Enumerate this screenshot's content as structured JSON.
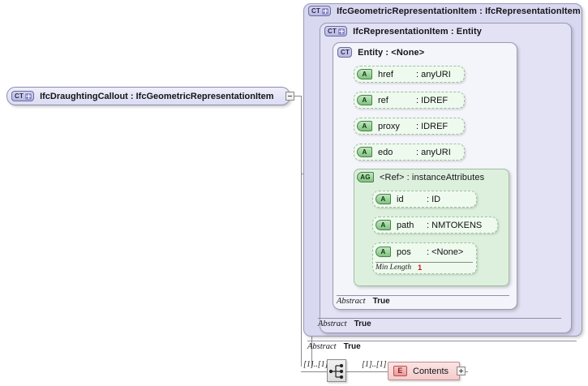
{
  "diagram": {
    "type": "xsd-schema-diagram",
    "title": "IfcDraughtingCallout",
    "colors": {
      "panel_level1": "#d8d8f0",
      "panel_level2": "#e2e2f4",
      "panel_level3": "#f4f4fb",
      "attribute_group_panel": "#ddf0dd",
      "attribute_box": "#eefaee",
      "element_box": "#f4cccc",
      "root_box": "#dcdcf3",
      "facet_value": "#d01010",
      "connector_line": "#8a8a8a"
    }
  },
  "root": {
    "icon": "complextype-expandable-icon",
    "icon_label": "CT",
    "name": "IfcDraughtingCallout",
    "separator": ":",
    "base": "IfcGeometricRepresentationItem",
    "full_label": "IfcDraughtingCallout : IfcGeometricRepresentationItem",
    "expander": "collapse-box"
  },
  "panels": [
    {
      "level": 1,
      "icon": "complextype-expandable-icon",
      "icon_label": "CT",
      "name": "IfcGeometricRepresentationItem",
      "separator": ":",
      "base": "IfcRepresentationItem",
      "full_label": "IfcGeometricRepresentationItem : IfcRepresentationItem",
      "footer": {
        "key": "Abstract",
        "value": "True"
      }
    },
    {
      "level": 2,
      "icon": "complextype-expandable-icon",
      "icon_label": "CT",
      "name": "IfcRepresentationItem",
      "separator": ":",
      "base": "Entity",
      "full_label": "IfcRepresentationItem : Entity",
      "footer": {
        "key": "Abstract",
        "value": "True"
      }
    },
    {
      "level": 3,
      "icon": "complextype-icon",
      "icon_label": "CT",
      "name": "Entity",
      "separator": ":",
      "base": "<None>",
      "full_label": "Entity : <None>",
      "footer": {
        "key": "Abstract",
        "value": "True"
      }
    }
  ],
  "attributes": [
    {
      "icon": "attribute-icon",
      "icon_label": "A",
      "name": "href",
      "separator": ":",
      "type": "anyURI",
      "use": "optional"
    },
    {
      "icon": "attribute-icon",
      "icon_label": "A",
      "name": "ref",
      "separator": ":",
      "type": "IDREF",
      "use": "optional"
    },
    {
      "icon": "attribute-icon",
      "icon_label": "A",
      "name": "proxy",
      "separator": ":",
      "type": "IDREF",
      "use": "optional"
    },
    {
      "icon": "attribute-icon",
      "icon_label": "A",
      "name": "edo",
      "separator": ":",
      "type": "anyURI",
      "use": "optional"
    }
  ],
  "attribute_group": {
    "icon": "attribute-group-icon",
    "icon_label": "AG",
    "name": "<Ref>",
    "separator": ":",
    "type": "instanceAttributes",
    "full_label": "<Ref> : instanceAttributes",
    "attributes": [
      {
        "icon": "attribute-icon",
        "icon_label": "A",
        "name": "id",
        "separator": ":",
        "type": "ID",
        "use": "optional"
      },
      {
        "icon": "attribute-icon",
        "icon_label": "A",
        "name": "path",
        "separator": ":",
        "type": "NMTOKENS",
        "use": "optional"
      },
      {
        "icon": "attribute-icon",
        "icon_label": "A",
        "name": "pos",
        "separator": ":",
        "type": "<None>",
        "use": "optional",
        "facets": [
          {
            "name": "Min Length",
            "value": "1"
          }
        ]
      }
    ]
  },
  "content_model": {
    "compositor": {
      "icon": "sequence-icon",
      "type": "sequence",
      "cardinality": "[1]..[1]"
    },
    "children": [
      {
        "icon": "element-icon",
        "icon_label": "E",
        "name": "Contents",
        "cardinality": "[1]..[1]",
        "expander": "expand-box"
      }
    ]
  }
}
